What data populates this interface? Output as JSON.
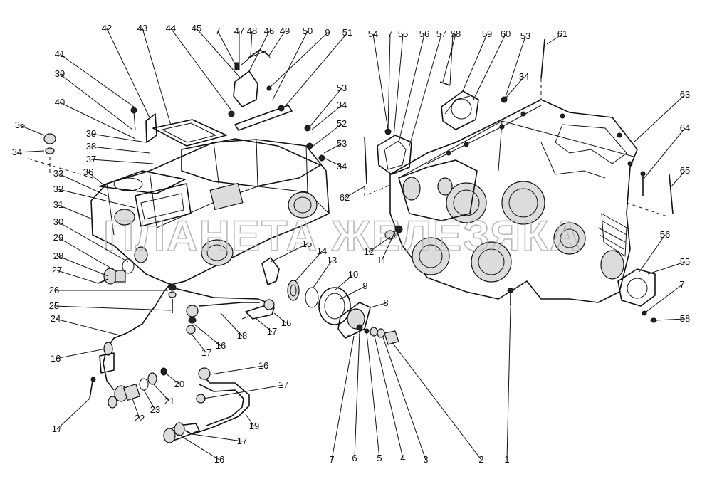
{
  "watermark": "ПЛАНЕТА ЖЕЛЕЗЯКА",
  "callouts": [
    "1",
    "2",
    "3",
    "4",
    "5",
    "6",
    "7",
    "8",
    "9",
    "10",
    "11",
    "12",
    "13",
    "14",
    "15",
    "16",
    "17",
    "18",
    "19",
    "20",
    "21",
    "22",
    "23",
    "24",
    "25",
    "26",
    "27",
    "28",
    "29",
    "30",
    "31",
    "32",
    "33",
    "34",
    "35",
    "36",
    "37",
    "38",
    "39",
    "40",
    "41",
    "42",
    "43",
    "44",
    "45",
    "46",
    "47",
    "48",
    "49",
    "50",
    "51",
    "52",
    "53",
    "54",
    "55",
    "56",
    "57",
    "58",
    "59",
    "60",
    "61",
    "62",
    "63",
    "64",
    "65"
  ],
  "colors": {
    "ink": "#111111",
    "watermark": "#b9b9b9",
    "background": "#ffffff"
  }
}
